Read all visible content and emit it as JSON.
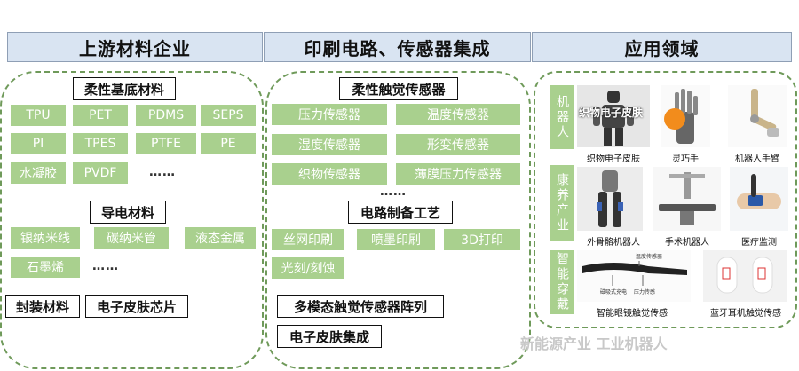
{
  "headers": {
    "upstream": "上游材料企业",
    "middle": "印刷电路、传感器集成",
    "application": "应用领域"
  },
  "left": {
    "substrate_title": "柔性基底材料",
    "substrate_items": [
      "TPU",
      "PET",
      "PDMS",
      "SEPS",
      "PI",
      "TPES",
      "PTFE",
      "PE",
      "水凝胶",
      "PVDF"
    ],
    "substrate_more": "……",
    "conductive_title": "导电材料",
    "conductive_items": [
      "银纳米线",
      "碳纳米管",
      "液态金属",
      "石墨烯"
    ],
    "conductive_more": "……",
    "packaging": "封装材料",
    "chip": "电子皮肤芯片"
  },
  "middle": {
    "sensor_title": "柔性触觉传感器",
    "sensors": [
      "压力传感器",
      "温度传感器",
      "湿度传感器",
      "形变传感器",
      "织物传感器",
      "薄膜压力传感器"
    ],
    "sensor_more": "……",
    "process_title": "电路制备工艺",
    "processes": [
      "丝网印刷",
      "喷墨印刷",
      "3D打印",
      "光刻/刻蚀"
    ],
    "array": "多模态触觉传感器阵列",
    "integration": "电子皮肤集成"
  },
  "right": {
    "groups": [
      {
        "tag": "机器人",
        "items": [
          {
            "caption": "织物电子皮肤",
            "overlay": "织物电子皮肤",
            "icon": "humanoid-robot-icon"
          },
          {
            "caption": "灵巧手",
            "icon": "dexterous-hand-icon"
          },
          {
            "caption": "机器人手臂",
            "icon": "robot-arm-icon"
          }
        ]
      },
      {
        "tag": "康养产业",
        "items": [
          {
            "caption": "外骨骼机器人",
            "icon": "exoskeleton-icon"
          },
          {
            "caption": "手术机器人",
            "icon": "surgical-robot-icon"
          },
          {
            "caption": "医疗监测",
            "icon": "medical-monitor-icon"
          }
        ]
      },
      {
        "tag": "智能穿戴",
        "items": [
          {
            "caption": "智能眼镜触觉传感",
            "icon": "smart-glasses-icon",
            "labels": [
              "温度传感器",
              "磁吸式充电",
              "压力传感"
            ]
          },
          {
            "caption": "蓝牙耳机触觉传感",
            "icon": "earbuds-icon"
          }
        ]
      }
    ]
  },
  "watermark": "新能源产业 工业机器人",
  "colors": {
    "header_bg": "#d9e4f2",
    "chip_green": "#a9d08e",
    "dashed_border": "#6f9a5a"
  }
}
